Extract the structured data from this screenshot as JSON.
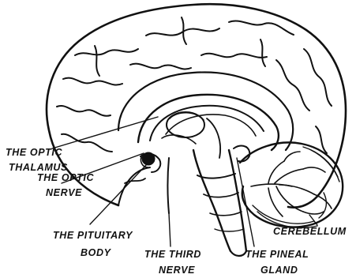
{
  "diagram": {
    "ink_color": "#111111",
    "paper_color": "#ffffff",
    "labels": {
      "optic_thalamus": [
        "THE OPTIC",
        "THALAMUS"
      ],
      "optic_nerve": [
        "THE OPTIC",
        "NERVE"
      ],
      "pituitary_body": [
        "THE PITUITARY",
        "BODY"
      ],
      "third_nerve": [
        "THE THIRD",
        "NERVE"
      ],
      "pineal_gland": [
        "THE PINEAL",
        "GLAND"
      ],
      "cerebellum": [
        "CEREBELLUM"
      ]
    }
  }
}
